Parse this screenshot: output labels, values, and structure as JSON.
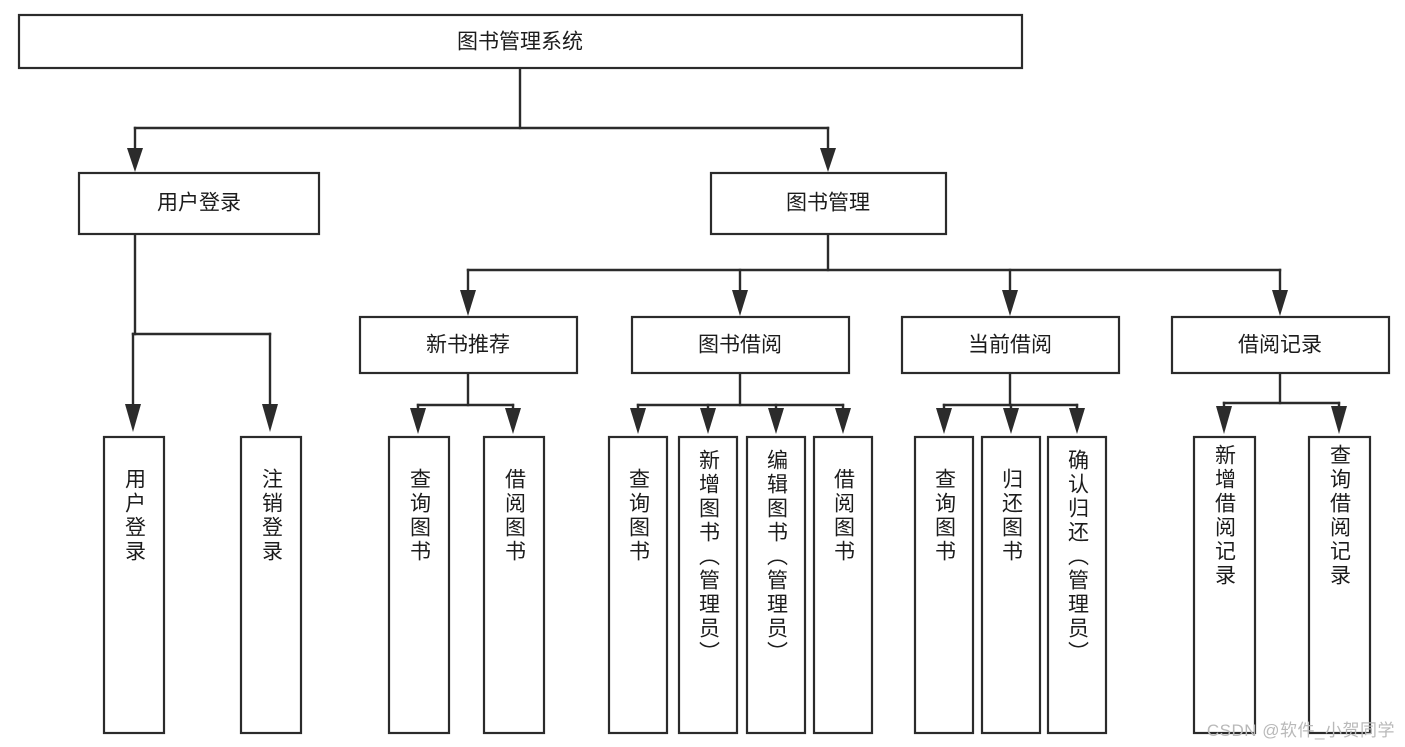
{
  "diagram": {
    "title": "图书管理系统",
    "type": "hierarchy-tree",
    "watermark": "CSDN @软件_小贺同学",
    "colors": {
      "background": "#ffffff",
      "box_fill": "#ffffff",
      "box_stroke": "#2b2b2b",
      "text": "#1c1c1c",
      "watermark": "#b9b9b9"
    },
    "root": {
      "label": "图书管理系统"
    },
    "level2": [
      {
        "label": "用户登录"
      },
      {
        "label": "图书管理"
      }
    ],
    "level3": [
      {
        "label": "新书推荐"
      },
      {
        "label": "图书借阅"
      },
      {
        "label": "当前借阅"
      },
      {
        "label": "借阅记录"
      }
    ],
    "leaves": {
      "user_login": [
        {
          "label": "用户登录"
        },
        {
          "label": "注销登录"
        }
      ],
      "new_book_recommend": [
        {
          "label": "查询图书"
        },
        {
          "label": "借阅图书"
        }
      ],
      "book_borrow": [
        {
          "label": "查询图书"
        },
        {
          "label": "新增图书（管理员）"
        },
        {
          "label": "编辑图书（管理员）"
        },
        {
          "label": "借阅图书"
        }
      ],
      "current_borrow": [
        {
          "label": "查询图书"
        },
        {
          "label": "归还图书"
        },
        {
          "label": "确认归还（管理员）"
        }
      ],
      "borrow_record": [
        {
          "label": "新增借阅记录"
        },
        {
          "label": "查询借阅记录"
        }
      ]
    }
  }
}
